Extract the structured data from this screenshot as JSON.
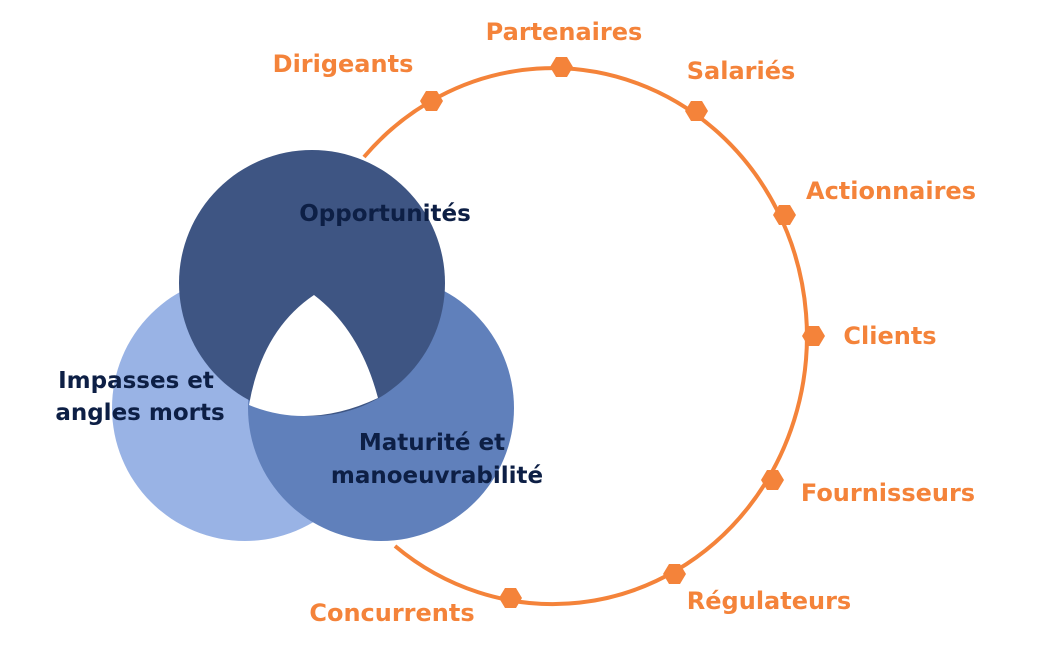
{
  "diagram": {
    "colors": {
      "ring": "#f4833a",
      "label": "#f4833a",
      "circle_top": "#3e5583",
      "circle_right": "#6080bb",
      "circle_left": "#99b3e5",
      "circle_text": "#0d1f45",
      "center": "#ffffff"
    },
    "circles": {
      "top_label": "Opportunités",
      "left_label_line1": "Impasses et",
      "left_label_line2": "angles morts",
      "right_label_line1": "Maturité et",
      "right_label_line2": "manoeuvrabilité"
    },
    "stakeholders": [
      "Dirigeants",
      "Partenaires",
      "Salariés",
      "Actionnaires",
      "Clients",
      "Fournisseurs",
      "Régulateurs",
      "Concurrents"
    ]
  }
}
